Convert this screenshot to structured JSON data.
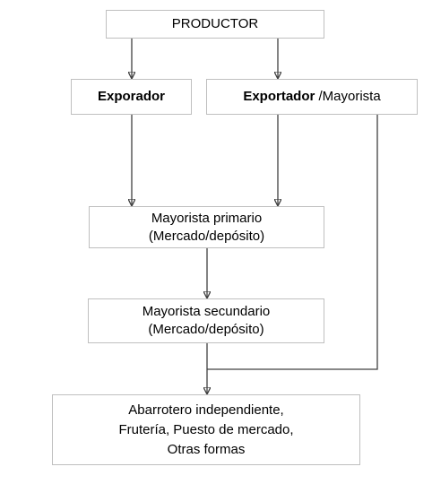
{
  "diagram": {
    "nodes": {
      "productor": {
        "label": "PRODUCTOR"
      },
      "exporador": {
        "label": "Exporador"
      },
      "exportador_mayorista": {
        "label_bold": "Exportador",
        "label_rest": " /Mayorista"
      },
      "mayorista_primario": {
        "line1": "Mayorista primario",
        "line2": "(Mercado/depósito)"
      },
      "mayorista_secundario": {
        "line1": "Mayorista secundario",
        "line2": "(Mercado/depósito)"
      },
      "abarrotero": {
        "line1": "Abarrotero independiente,",
        "line2": "Frutería, Puesto de mercado,",
        "line3": "Otras formas"
      }
    },
    "edges": [
      {
        "from": "productor",
        "to": "exporador"
      },
      {
        "from": "productor",
        "to": "exportador_mayorista"
      },
      {
        "from": "exporador",
        "to": "mayorista_primario"
      },
      {
        "from": "exportador_mayorista",
        "to": "mayorista_primario"
      },
      {
        "from": "mayorista_primario",
        "to": "mayorista_secundario"
      },
      {
        "from": "mayorista_secundario",
        "to": "abarrotero"
      },
      {
        "from": "exportador_mayorista",
        "to": "abarrotero"
      }
    ]
  }
}
